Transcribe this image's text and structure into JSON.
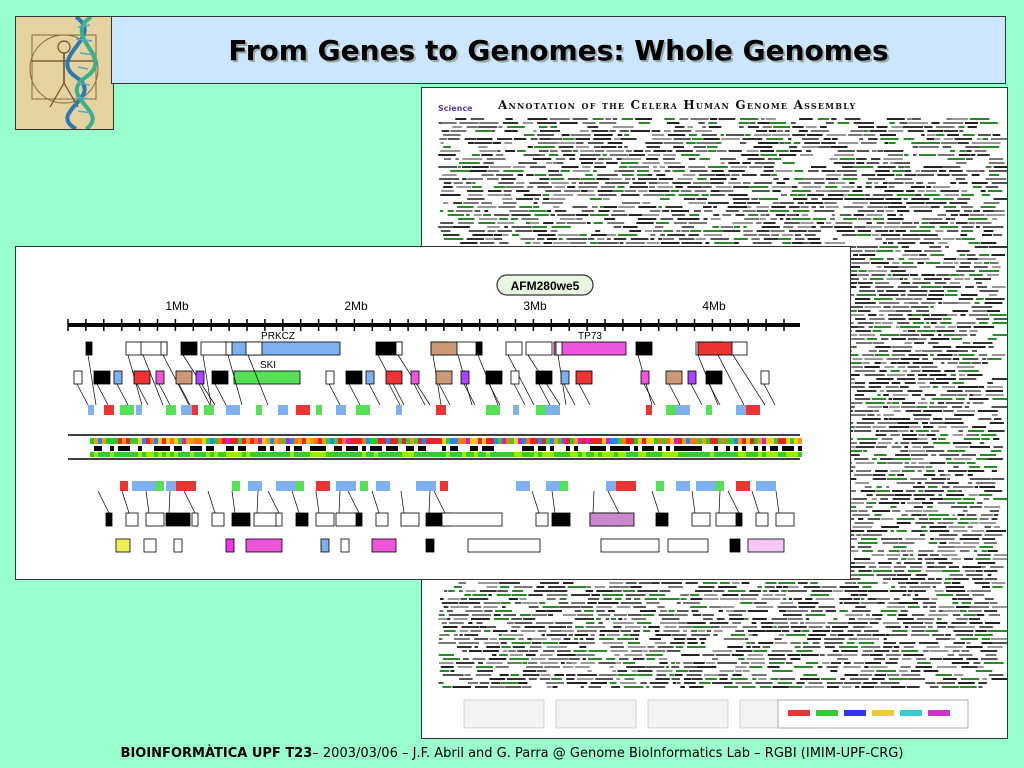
{
  "slide": {
    "title": "From Genes to Genomes: Whole Genomes",
    "background": "#99ffcc",
    "title_box_color": "#cce6ff"
  },
  "logo": {
    "icon": "dna-vitruvian-man-icon"
  },
  "poster": {
    "journal": "Science",
    "title": "Annotation of the Celera Human Genome Assembly"
  },
  "genome_map": {
    "scale_labels": [
      "1Mb",
      "2Mb",
      "3Mb",
      "4Mb"
    ],
    "marker_label": "AFM280we5",
    "gene_labels": [
      "PRKCZ",
      "SKI",
      "TP73"
    ]
  },
  "footer": {
    "course": "BIOINFORMÀTICA UPF T23",
    "details": " – 2003/03/06 – J.F. Abril and G. Parra @ Genome BioInformatics Lab – RGBI (IMIM-UPF-CRG)"
  }
}
